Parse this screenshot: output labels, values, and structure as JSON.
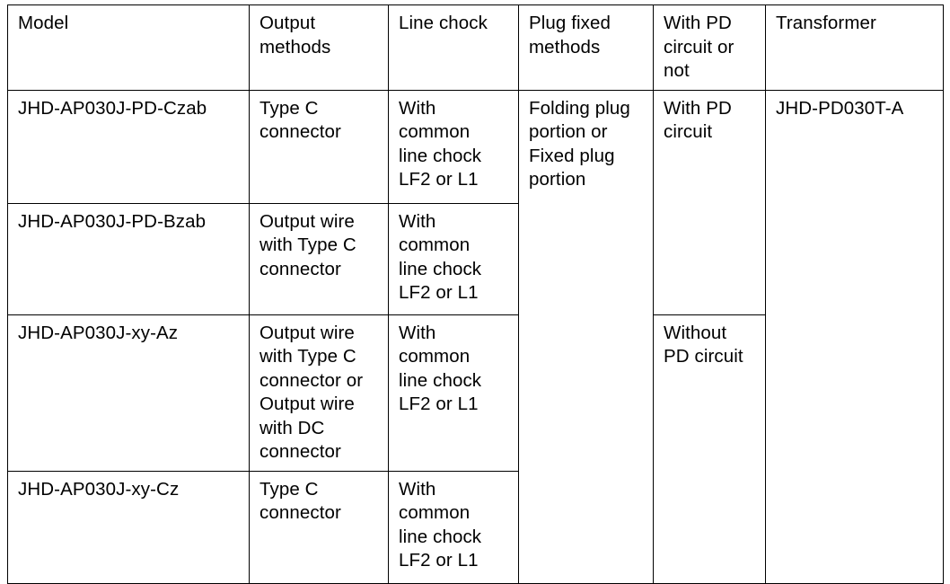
{
  "table": {
    "columns": [
      {
        "key": "model",
        "label": "Model"
      },
      {
        "key": "output",
        "label": "Output\nmethods"
      },
      {
        "key": "chock",
        "label": "Line chock"
      },
      {
        "key": "plug",
        "label": "Plug fixed\nmethods"
      },
      {
        "key": "pd",
        "label": "With PD\ncircuit or\nnot"
      },
      {
        "key": "transformer",
        "label": "Transformer"
      }
    ],
    "rows": [
      {
        "model": "JHD-AP030J-PD-Czab",
        "output": "Type C\nconnector",
        "chock": "With\ncommon\nline chock\nLF2 or L1"
      },
      {
        "model": "JHD-AP030J-PD-Bzab",
        "output": "Output wire\nwith Type C\nconnector",
        "chock": "With\ncommon\nline chock\nLF2 or L1"
      },
      {
        "model": "JHD-AP030J-xy-Az",
        "output": "Output wire\nwith Type C\nconnector or\nOutput wire\nwith DC\nconnector",
        "chock": "With\ncommon\nline chock\nLF2 or L1"
      },
      {
        "model": "JHD-AP030J-xy-Cz",
        "output": "Type C\nconnector",
        "chock": "With\ncommon\nline chock\nLF2 or L1"
      }
    ],
    "merged_cells": {
      "plug_all_rows": "Folding plug\nportion or\nFixed plug\nportion",
      "pd_rows_1_2": "With PD\ncircuit",
      "pd_rows_3_4": "Without\nPD circuit",
      "transformer_all_rows": "JHD-PD030T-A"
    }
  },
  "colors": {
    "border": "#000000",
    "text": "#000000",
    "background": "#ffffff"
  }
}
